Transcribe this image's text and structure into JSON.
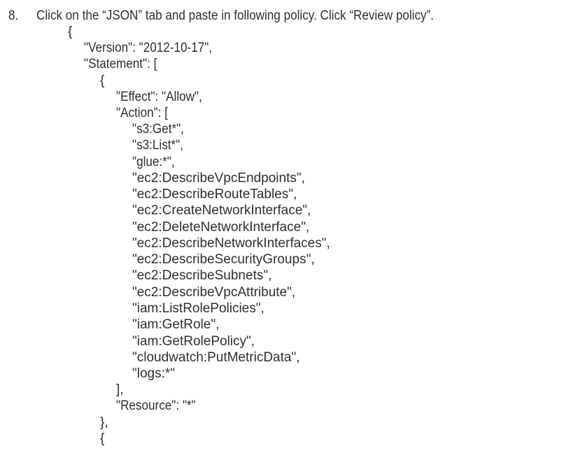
{
  "step": {
    "number": "8.",
    "instruction": "Click on the “JSON” tab and paste in following policy. Click “Review policy”."
  },
  "policy_lines": {
    "open_brace": "{",
    "version": "\"Version\": \"2012-10-17\",",
    "statement": "\"Statement\": [",
    "stmt_open": "{",
    "effect": "\"Effect\": \"Allow\",",
    "action": "\"Action\": [",
    "actions": [
      "\"s3:Get*\",",
      "\"s3:List*\",",
      "\"glue:*\",",
      "\"ec2:DescribeVpcEndpoints\",",
      "\"ec2:DescribeRouteTables\",",
      "\"ec2:CreateNetworkInterface\",",
      "\"ec2:DeleteNetworkInterface\",",
      "\"ec2:DescribeNetworkInterfaces\",",
      "\"ec2:DescribeSecurityGroups\",",
      "\"ec2:DescribeSubnets\",",
      "\"ec2:DescribeVpcAttribute\",",
      "\"iam:ListRolePolicies\",",
      "\"iam:GetRole\",",
      "\"iam:GetRolePolicy\",",
      "\"cloudwatch:PutMetricData\",",
      "\"logs:*\""
    ],
    "action_close": "],",
    "resource": "\"Resource\": \"*\"",
    "stmt_close": "},",
    "stmt2_open": "{"
  }
}
